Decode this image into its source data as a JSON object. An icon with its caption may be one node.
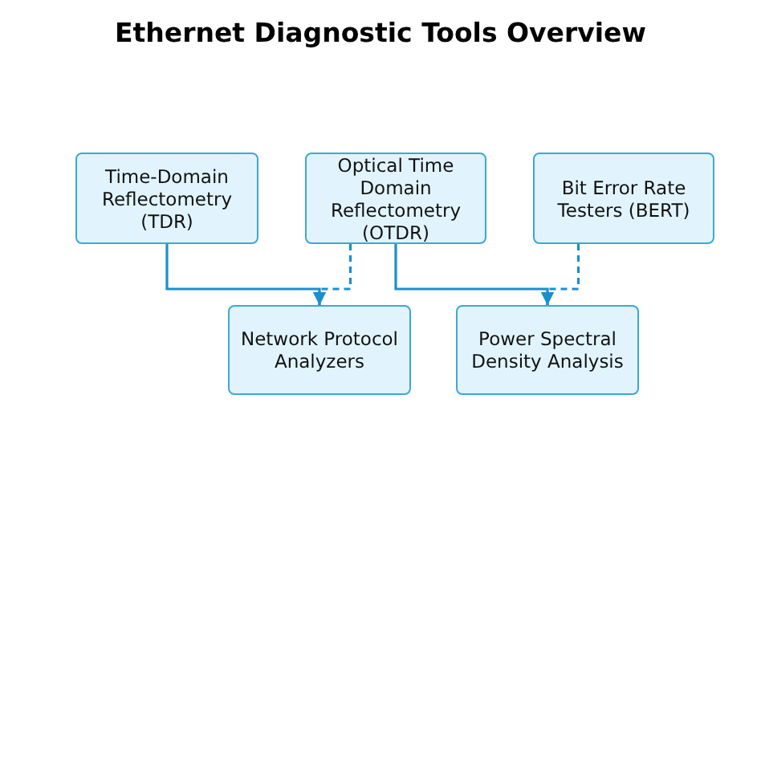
{
  "diagram": {
    "title": "Ethernet Diagnostic Tools Overview",
    "nodes": [
      {
        "text": [
          "Time-Domain Reflectometry (TDR)"
        ]
      },
      {
        "text": [
          "Optical Time Domain Reflectometry (OTDR)"
        ]
      },
      {
        "text": [
          "Bit Error Rate Testers (BERT)"
        ]
      },
      {
        "text": [
          "Network Protocol Analyzers"
        ]
      },
      {
        "text": [
          "Power Spectral Density Analysis"
        ]
      }
    ],
    "edges": [
      {
        "from": 0,
        "to": 3,
        "arrow": "to"
      },
      {
        "from": 1,
        "to": 3,
        "arrow": "to",
        "style": "dashed"
      },
      {
        "from": 1,
        "to": 4,
        "arrow": "to"
      },
      {
        "from": 2,
        "to": 4,
        "arrow": "to",
        "style": "dashed"
      }
    ]
  }
}
